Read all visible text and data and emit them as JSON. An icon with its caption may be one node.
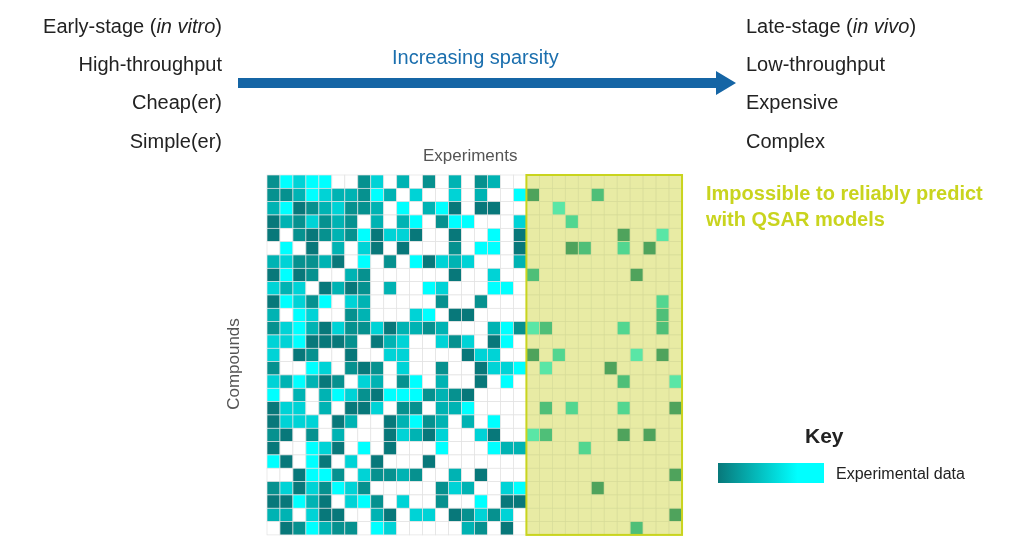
{
  "diagram": {
    "labels": [
      "Early-stage (*in vitro*)",
      "High-throughput",
      "Cheap(er)",
      "Simple(er)",
      "Late-stage (*in vivo*)",
      "Low-throughput",
      "Expensive",
      "Complex",
      "Increasing sparsity",
      "Experiments",
      "Compounds",
      "Impossible to reliably predict with QSAR models",
      "Key"
    ],
    "legend": [
      {
        "text": "Experimental data"
      }
    ]
  }
}
